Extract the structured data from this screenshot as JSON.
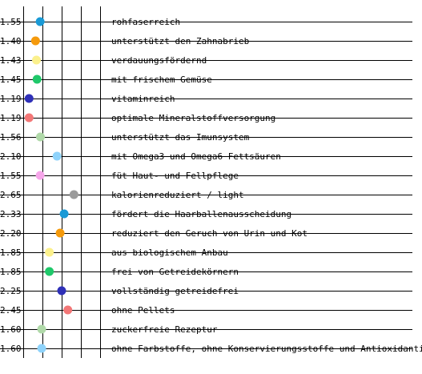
{
  "chart_data": {
    "type": "scatter",
    "title": "",
    "xlabel": "",
    "ylabel": "",
    "xlim": [
      1.0,
      3.5
    ],
    "grid": true,
    "legend": "none",
    "rows": [
      {
        "value": "1.55",
        "label": "rohfaserreich",
        "x": 1.55,
        "color": "#1a9ad6"
      },
      {
        "value": "1.40",
        "label": "unterstützt den Zahnabrieb",
        "x": 1.4,
        "color": "#f59a0c"
      },
      {
        "value": "1.43",
        "label": "verdauungsfördernd",
        "x": 1.43,
        "color": "#fbf08c"
      },
      {
        "value": "1.45",
        "label": "mit frischem Gemüse",
        "x": 1.45,
        "color": "#1fc86a"
      },
      {
        "value": "1.19",
        "label": "vitaminreich",
        "x": 1.19,
        "color": "#2f30b8"
      },
      {
        "value": "1.19",
        "label": "optimale Mineralstoffversorgung",
        "x": 1.19,
        "color": "#f37777"
      },
      {
        "value": "1.56",
        "label": "unterstützt das Imunsystem",
        "x": 1.56,
        "color": "#b0d9a9"
      },
      {
        "value": "2.10",
        "label": "mit Omega3 und Omega6 Fettsäuren",
        "x": 2.1,
        "color": "#8fd3fb"
      },
      {
        "value": "1.55",
        "label": "füt Haut- und Fellpflege",
        "x": 1.55,
        "color": "#f6a6ea"
      },
      {
        "value": "2.65",
        "label": "kalorienreduziert / light",
        "x": 2.65,
        "color": "#9b9b9b"
      },
      {
        "value": "2.33",
        "label": "fördert die Haarballenausscheidung",
        "x": 2.33,
        "color": "#1a9ad6"
      },
      {
        "value": "2.20",
        "label": "reduziert den Geruch von Urin und Kot",
        "x": 2.2,
        "color": "#f59a0c"
      },
      {
        "value": "1.85",
        "label": "aus biologischem Anbau",
        "x": 1.85,
        "color": "#fbf08c"
      },
      {
        "value": "1.85",
        "label": "frei von Getreidekörnern",
        "x": 1.85,
        "color": "#1fc86a"
      },
      {
        "value": "2.25",
        "label": "vollständig getreidefrei",
        "x": 2.25,
        "color": "#2f30b8"
      },
      {
        "value": "2.45",
        "label": "ohne Pellets",
        "x": 2.45,
        "color": "#f37777"
      },
      {
        "value": "1.60",
        "label": "zuckerfreie Rezeptur",
        "x": 1.6,
        "color": "#b0d9a9"
      },
      {
        "value": "1.60",
        "label": "ohne Farbstoffe, ohne Konservierungsstoffe und Antioxidantien",
        "x": 1.6,
        "color": "#8fd3fb"
      }
    ]
  }
}
